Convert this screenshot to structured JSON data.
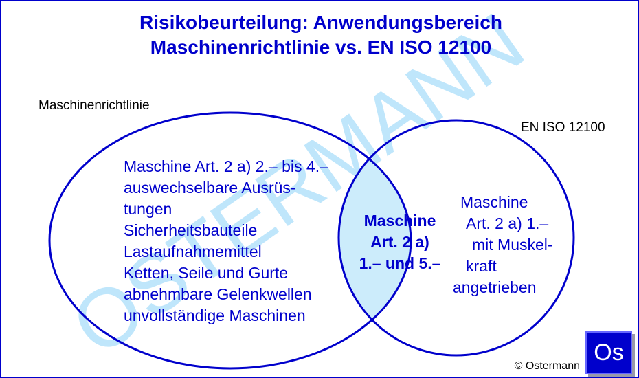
{
  "title_lines": [
    "Risikobeurteilung: Anwendungsbereich",
    "Maschinenrichtlinie vs. EN ISO 12100"
  ],
  "watermark": "OSTERMANN",
  "sets": {
    "left": {
      "label": "Maschinenrichtlinie",
      "items": [
        "Maschine Art. 2 a) 2.– bis 4.–",
        "auswechselbare Ausrüs-",
        "tungen",
        "Sicherheitsbauteile",
        "Lastaufnahmemittel",
        "Ketten, Seile und Gurte",
        "abnehmbare Gelenkwellen",
        "unvollständige Maschinen"
      ]
    },
    "right": {
      "label": "EN ISO 12100",
      "items": [
        "Maschine",
        "Art. 2 a) 1.–",
        "mit Muskel-",
        "kraft",
        "angetrieben"
      ]
    },
    "intersection": [
      "Maschine",
      "Art. 2 a)",
      "1.– und 5.–"
    ]
  },
  "copyright": "© Ostermann",
  "logo_text": "Os",
  "colors": {
    "blue": "#0000cc",
    "watermark": "#bfe6fb",
    "intersection_fill": "#ccecfb"
  }
}
